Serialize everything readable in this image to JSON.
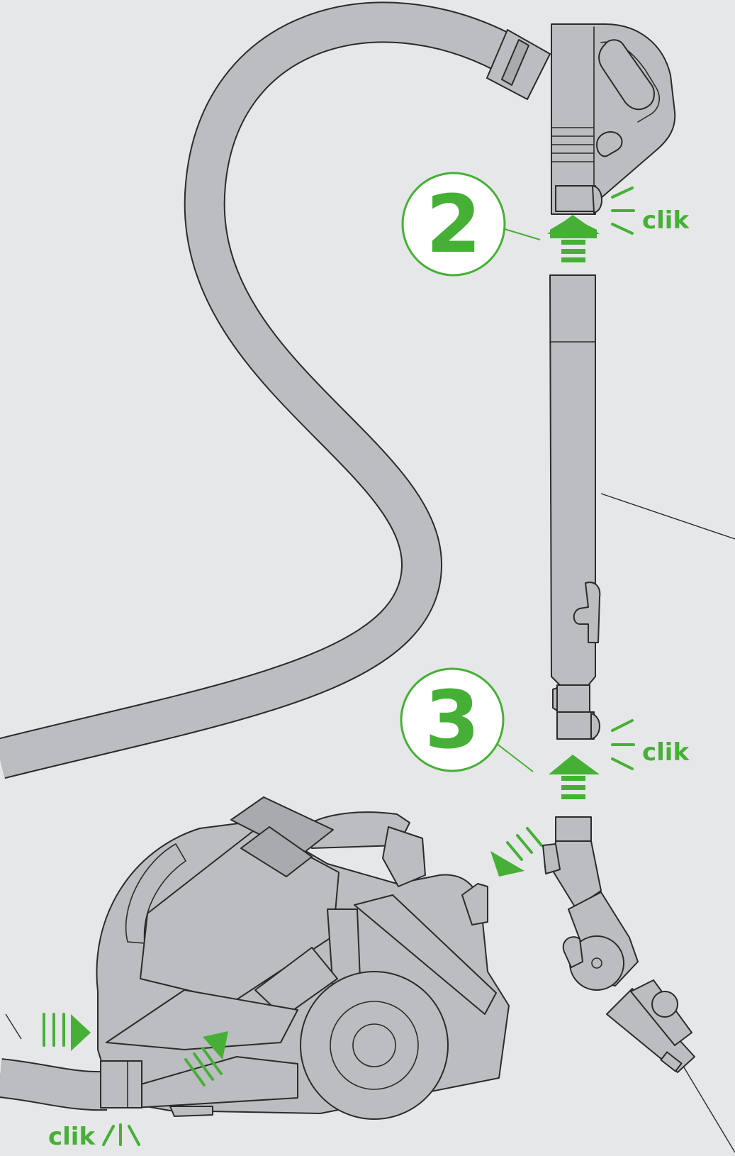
{
  "steps": [
    {
      "number": "2"
    },
    {
      "number": "3"
    }
  ],
  "sounds": {
    "upper_click": "clik",
    "middle_click": "clik",
    "bottom_click": "clik"
  },
  "colors": {
    "background": "#e6e7e8",
    "part": "#bcbdc0",
    "outline": "#2b2b2b",
    "accent": "#45b035"
  }
}
